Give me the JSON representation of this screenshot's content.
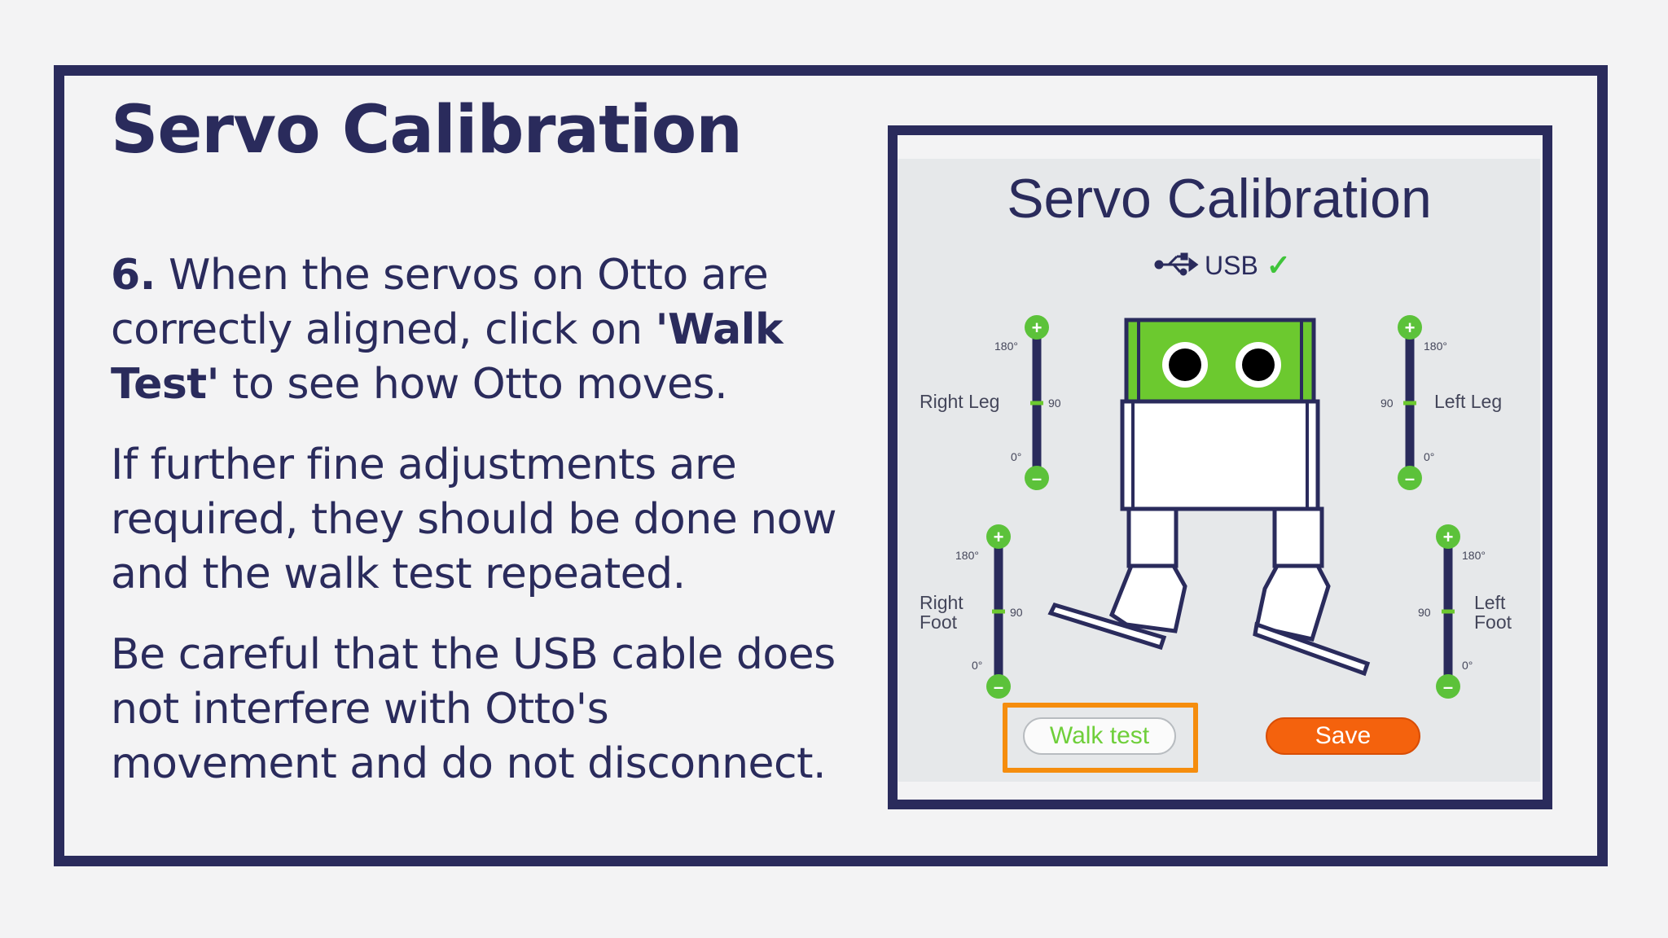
{
  "slide": {
    "title": "Servo Calibration",
    "step_number": "6.",
    "p1_part1": " When the servos on Otto are correctly aligned, click on ",
    "p1_bold": "'Walk Test'",
    "p1_part2": " to see how Otto moves.",
    "p2": "If further fine adjustments are required, they should be done now and the walk test repeated.",
    "p3": "Be careful that the USB cable does not interfere with Otto's movement and do not disconnect."
  },
  "app": {
    "title": "Servo Calibration",
    "usb_label": "USB",
    "usb_status_icon": "check-icon",
    "servos": {
      "right_leg": {
        "label": "Right Leg",
        "max": "180°",
        "mid": "90",
        "min": "0°",
        "value": 90
      },
      "left_leg": {
        "label": "Left Leg",
        "max": "180°",
        "mid": "90",
        "min": "0°",
        "value": 90
      },
      "right_foot": {
        "label_1": "Right",
        "label_2": "Foot",
        "max": "180°",
        "mid": "90",
        "min": "0°",
        "value": 90
      },
      "left_foot": {
        "label_1": "Left",
        "label_2": "Foot",
        "max": "180°",
        "mid": "90",
        "min": "0°",
        "value": 90
      }
    },
    "walk_button": "Walk test",
    "save_button": "Save"
  },
  "colors": {
    "navy": "#2a2b5c",
    "green": "#6fcf3a",
    "orange": "#f58d0e",
    "save": "#f4620d"
  }
}
